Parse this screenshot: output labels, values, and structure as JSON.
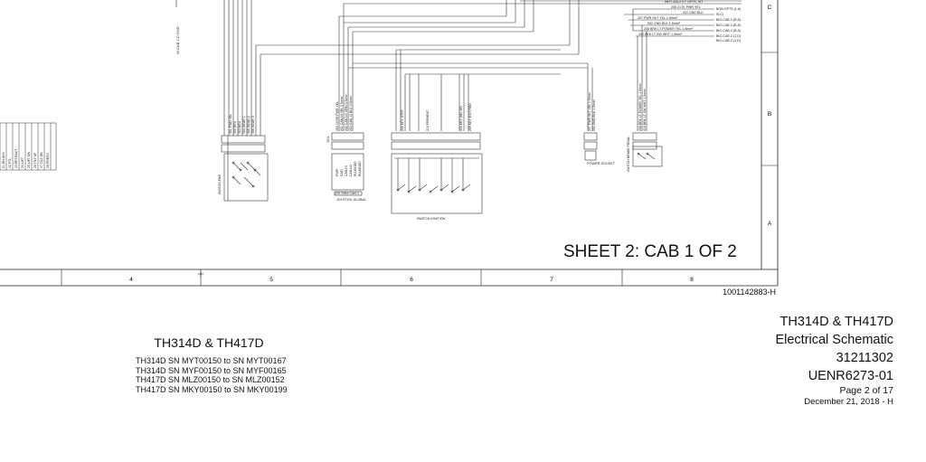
{
  "sheet": {
    "title": "SHEET 2: CAB 1 OF 2",
    "doc_number": "1001142883-H"
  },
  "grid": {
    "columns": [
      "4",
      "5",
      "6",
      "7",
      "8"
    ],
    "rows": [
      "C",
      "B",
      "A"
    ]
  },
  "components": {
    "power_socket": "POWER SOCKET",
    "switch_ignition": "SWITCH,IGNITION",
    "joystick": "JOYSTICK,GLOBAL",
    "resistor": "120 OHM CAN 1",
    "switch_fnr": "SWITCH,FNR",
    "brake_pedal": "SWITCH BRAKE PEDAL",
    "connector_jx": "JX4",
    "cab_ground": "W-CAB 2-D GND"
  },
  "wire_labels": {
    "top_right": [
      "WHT 200-2 KY OPTS, WT",
      "206 21TK PWR YEL",
      "331 GND BLK",
      "207 PWR SKT YEL 1.5mm²",
      "052 GND BLK 1.5mm²",
      "208 BRK LT POWER YEL 1.5mm²",
      "410 BKK LT SW WHT 1.5mm²"
    ],
    "top_right_dest": [
      "BOB-OPTS,(1,A)",
      "SLC)",
      "BIG-CAB 2-(B,D)",
      "BIG-CAB 2-(B,D)",
      "BIG-CAB 2-(B,D)",
      "BIG-CAB 2-(1,D)",
      "BIG-CAB 2-(1,D)"
    ],
    "fnr": [
      "301 FWD YEL",
      "302 REV",
      "303 NEU",
      "304 GEAR 1",
      "305 GEAR 2",
      "306 GEAR 3"
    ],
    "joystick": [
      "200 J1939 PWR YEL",
      "201 CAN HI YEL 0.5mm²",
      "202 CAN LO GRN 0.5mm²",
      "203 CAN 12 BLK 0.5mm²"
    ],
    "joystick_pins": [
      "PWR",
      "GND",
      "CAN-HI",
      "CAN-LO",
      "PLUGGED",
      "PLUGGED"
    ],
    "ignition": [
      "200 KEY STRT",
      "210 PREHEAT",
      "209 KEY IGN YEL",
      "209 KEY EXIT RED"
    ],
    "power_socket": [
      "207 PWR SKT YEL 1.5mm²",
      "052 GND BLK 1.5mm²"
    ],
    "brake": [
      "208 BRK LT POWER YEL 1.5mm²",
      "410 BRK LT SW WHT 1.5mm²"
    ],
    "left_bundle": [
      "21 RH AUX",
      "22 FTL",
      "23 RETRACT",
      "24 LIFT",
      "25 LIFT DN",
      "26 TILT UP",
      "27 TILT DN",
      "28 PRESS"
    ]
  },
  "title_block_left": {
    "model": "TH314D & TH417D",
    "serials": [
      "TH314D SN MYT00150 to SN MYT00167",
      "TH314D SN MYF00150 to SN MYF00165",
      "TH417D SN MLZ00150 to SN MLZ00152",
      "TH417D SN MKY00150 to SN MKY00199"
    ]
  },
  "title_block_right": {
    "model": "TH314D & TH417D",
    "type": "Electrical Schematic",
    "part_number": "31211302",
    "manual": "UENR6273-01",
    "page": "Page 2 of 17",
    "date": "December 21, 2018 - H"
  }
}
